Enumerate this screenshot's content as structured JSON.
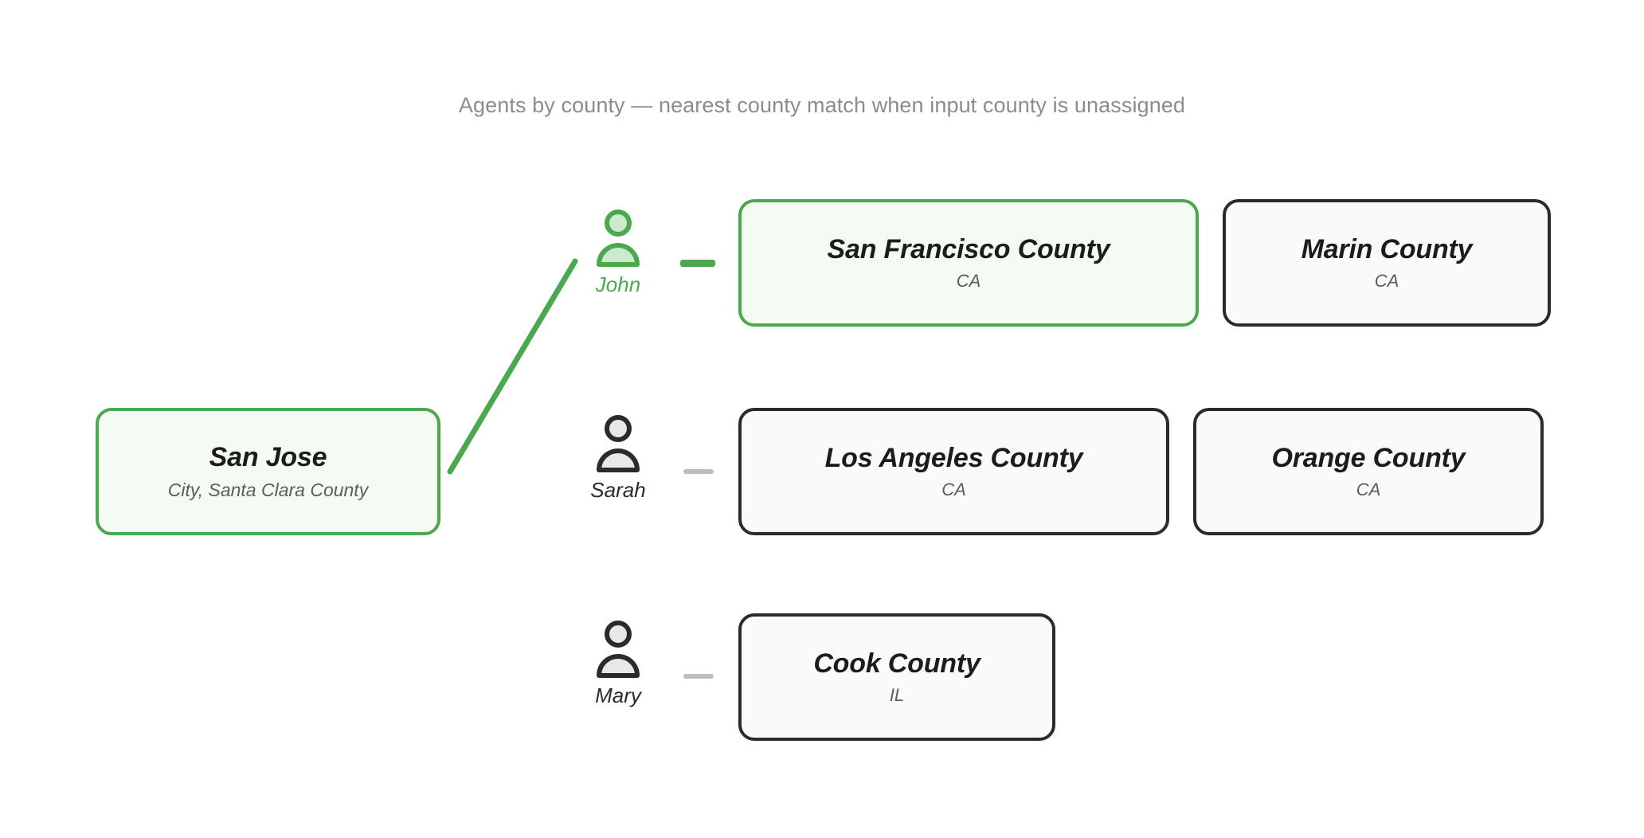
{
  "caption": "Agents by county — nearest county match when input county is unassigned",
  "colors": {
    "highlight_stroke": "#4aa84f",
    "highlight_fill": "#f3fbf3",
    "node_stroke": "#2b2b2b",
    "node_fill": "#fafafa",
    "muted_text": "#8c8c8c",
    "connector_muted": "#bdbdbd"
  },
  "source_node": {
    "name": "source-node",
    "title": "San Jose",
    "subtitle": "City, Santa Clara County",
    "highlighted": true
  },
  "agents": [
    {
      "name": "John",
      "icon": "person-icon",
      "highlighted": true,
      "counties": [
        {
          "title": "San Francisco County",
          "subtitle": "CA",
          "highlighted": true
        },
        {
          "title": "Marin County",
          "subtitle": "CA",
          "highlighted": false
        }
      ]
    },
    {
      "name": "Sarah",
      "icon": "person-icon",
      "highlighted": false,
      "counties": [
        {
          "title": "Los Angeles County",
          "subtitle": "CA",
          "highlighted": false
        },
        {
          "title": "Orange County",
          "subtitle": "CA",
          "highlighted": false
        }
      ]
    },
    {
      "name": "Mary",
      "icon": "person-icon",
      "highlighted": false,
      "counties": [
        {
          "title": "Cook County",
          "subtitle": "IL",
          "highlighted": false
        }
      ]
    }
  ]
}
